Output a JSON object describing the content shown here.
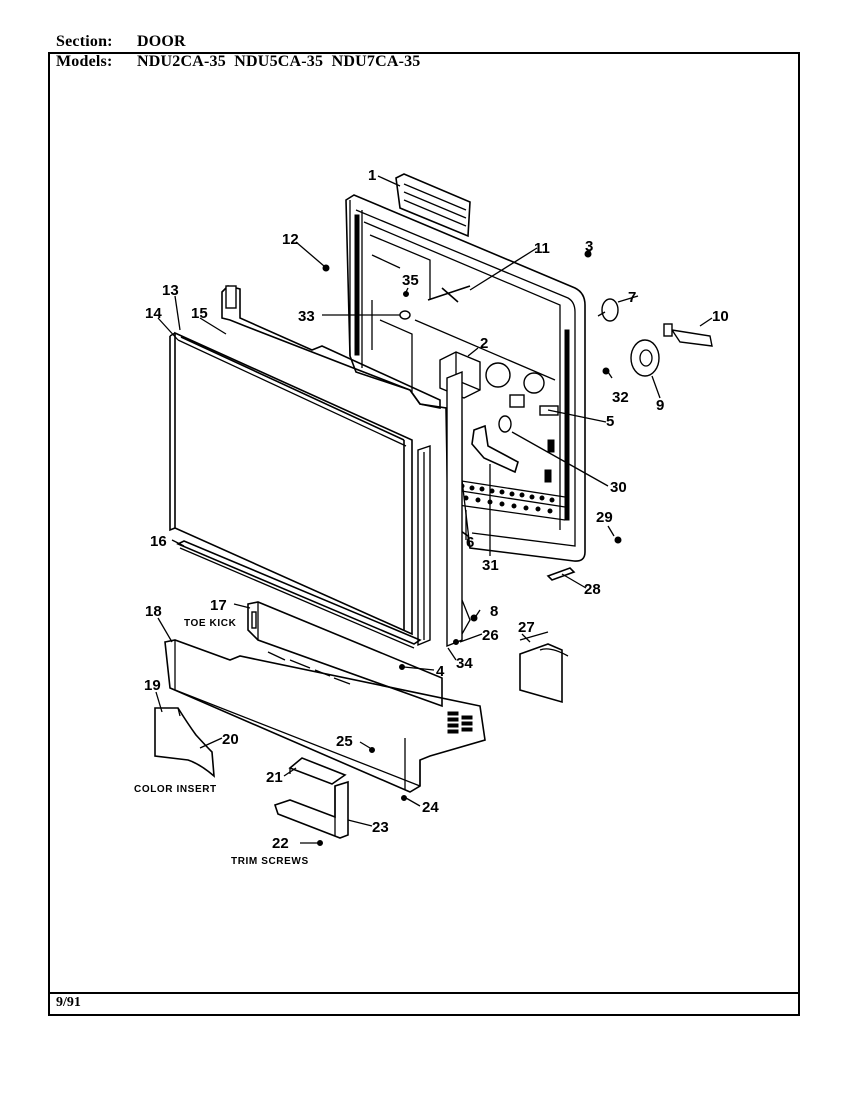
{
  "header": {
    "section_label": "Section:",
    "section_value": "DOOR",
    "models_label": "Models:",
    "models_value": "NDU2CA-35  NDU5CA-35  NDU7CA-35"
  },
  "footer": {
    "date": "9/91"
  },
  "captions": {
    "toe_kick": "TOE KICK",
    "color_insert": "COLOR INSERT",
    "trim_screws": "TRIM SCREWS"
  },
  "callouts": [
    "1",
    "2",
    "3",
    "4",
    "5",
    "6",
    "7",
    "8",
    "9",
    "10",
    "11",
    "12",
    "13",
    "14",
    "15",
    "16",
    "17",
    "18",
    "19",
    "20",
    "21",
    "22",
    "23",
    "24",
    "25",
    "26",
    "27",
    "28",
    "29",
    "30",
    "31",
    "32",
    "33",
    "34",
    "35"
  ]
}
